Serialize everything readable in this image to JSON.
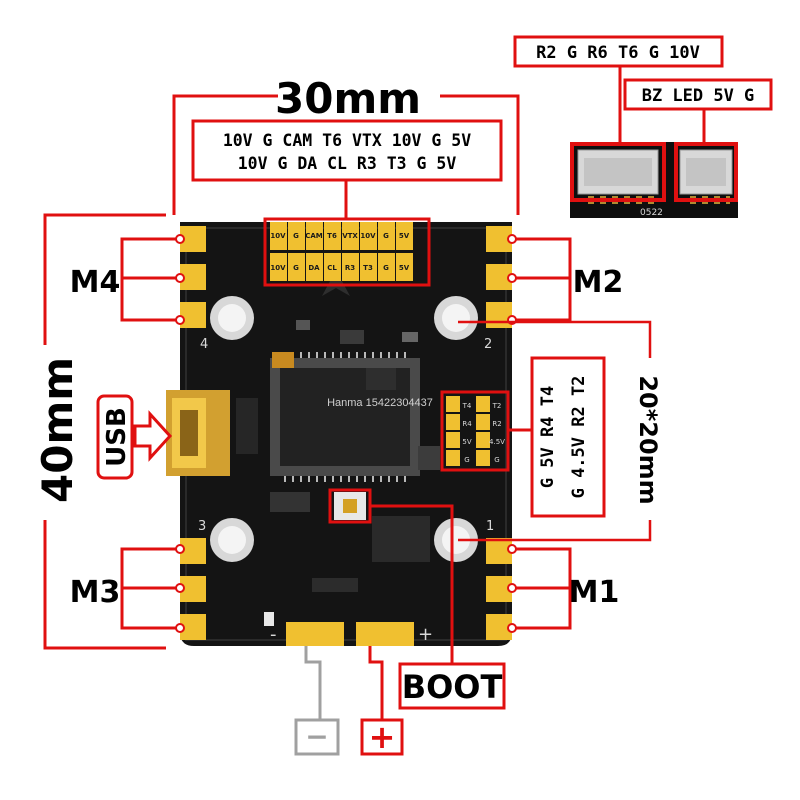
{
  "dimensions": {
    "width_label": "30mm",
    "height_label": "40mm",
    "mount_label": "20*20mm"
  },
  "top_pads": {
    "line1": "10V  G  CAM  T6  VTX  10V  G  5V",
    "line2": "10V  G  DA  CL  R3  T3  G  5V",
    "silk_row1": [
      "5V",
      "G",
      "10V",
      "VTX",
      "T6",
      "CAM",
      "G",
      "10V"
    ],
    "silk_row2": [
      "5V",
      "G",
      "T3",
      "R3",
      "CL",
      "DA",
      "G",
      "10V"
    ]
  },
  "connectors": {
    "left_label": "R2 G R6 T6 G 10V",
    "right_label": "BZ LED 5V G",
    "silk_text": "0522"
  },
  "right_pads": {
    "col1": "G  5V  R4  T4",
    "col2": "G  4.5V  R2  T2",
    "silk": [
      "G",
      "5V",
      "R4",
      "T4",
      "G",
      "4.5V",
      "R2",
      "T2"
    ]
  },
  "motors": {
    "m1": "M1",
    "m2": "M2",
    "m3": "M3",
    "m4": "M4"
  },
  "board_silk": {
    "n1": "1",
    "n2": "2",
    "n3": "3",
    "n4": "4",
    "minus": "-",
    "plus": "+"
  },
  "usb_label": "USB",
  "boot_label": "BOOT",
  "power": {
    "minus": "−",
    "plus": "+"
  },
  "watermark": "Hanma 15422304437",
  "colors": {
    "callout": "#e01010",
    "board": "#141414",
    "pad": "#f0c030",
    "minus_line": "#a0a0a0"
  }
}
